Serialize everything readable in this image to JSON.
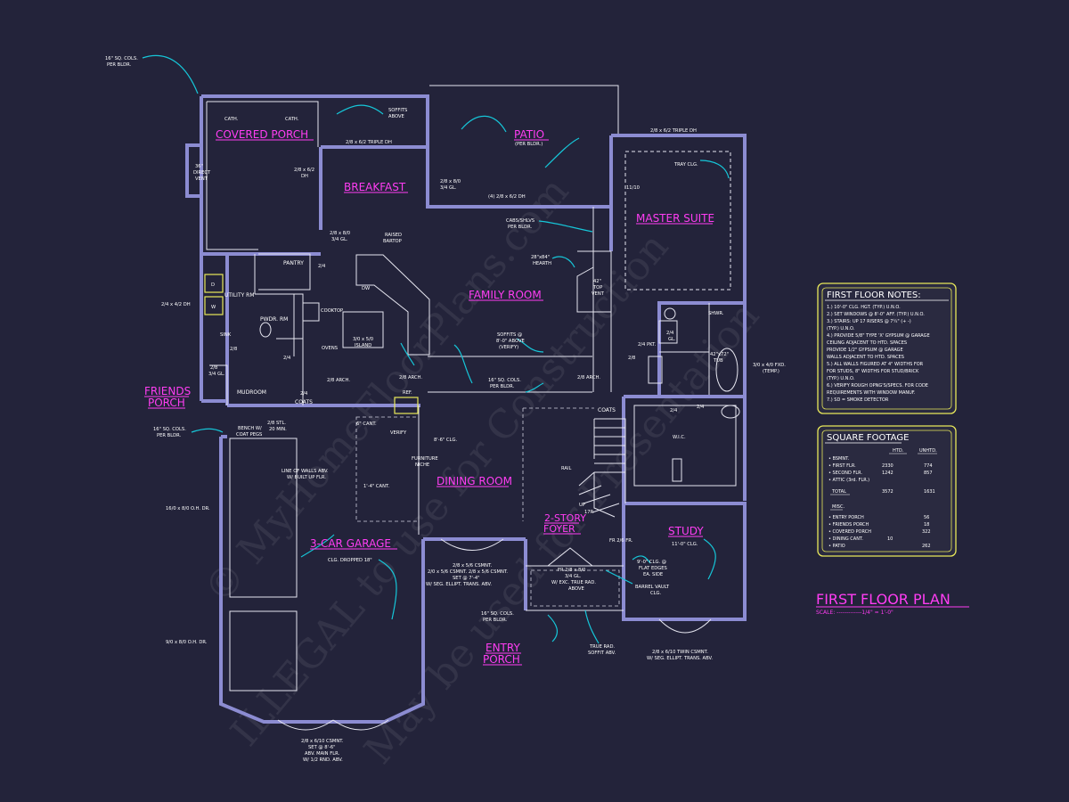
{
  "colors": {
    "background": "#23233a",
    "walls": "#8c8cd2",
    "room_labels": "#ff3df3",
    "leaders": "#16c6d8",
    "note_boxes": "#e8e85a"
  },
  "rooms": {
    "covered_porch": "COVERED PORCH",
    "patio": "PATIO",
    "breakfast": "BREAKFAST",
    "master_suite": "MASTER SUITE",
    "family_room": "FAMILY ROOM",
    "friends_porch_1": "FRIENDS",
    "friends_porch_2": "PORCH",
    "dining_room": "DINING ROOM",
    "garage": "3-CAR GARAGE",
    "foyer_1": "2-STORY",
    "foyer_2": "FOYER",
    "study": "STUDY",
    "entry_1": "ENTRY",
    "entry_2": "PORCH"
  },
  "labels": {
    "sq_cols_1": "16\" SQ. COLS.",
    "sq_cols_2": "PER BLDR.",
    "cath_1": "CATH.",
    "cath_2": "CATH.",
    "direct_vent_1": "36\"",
    "direct_vent_2": "DIRECT",
    "direct_vent_3": "VENT",
    "soffits_1": "SOFFITS",
    "soffits_2": "ABOVE",
    "triple_dh_1": "2/8 x 6/2 TRIPLE DH",
    "triple_dh_2": "2/8 x 6/2 TRIPLE DH",
    "per_bldr": "(PER BLDR.)",
    "dh_1": "2/8 x 6/2",
    "dh_2": "DH",
    "gl_1": "2/8 x 8/0",
    "gl_2": "3/4 GL.",
    "quad_dh": "(4) 2/8 x 6/2 DH",
    "tray_clg": "TRAY CLG.",
    "cabs_1": "CABS/SHLVS",
    "cabs_2": "PER BLDR.",
    "hearth_1": "28\"x84\"",
    "hearth_2": "HEARTH",
    "top_vent_1": "42\"",
    "top_vent_2": "TOP",
    "top_vent_3": "VENT",
    "raised_1": "RAISED",
    "raised_2": "BARTOP",
    "gl3_1": "2/8 x 8/0",
    "gl3_2": "3/4 GL.",
    "pantry": "PANTRY",
    "pantry_door": "2/4",
    "dw": "DW",
    "utility": "UTILITY RM",
    "pwdr": "PWDR. RM",
    "cooktop": "COOKTOP",
    "sink": "SINK",
    "dh_small": "2/4 x 4/2 DH",
    "island_1": "3/0 x 5/0",
    "island_2": "ISLAND",
    "ovens": "OVENS",
    "door_28": "2/8",
    "door_24": "2/4",
    "door_24b": "2/4",
    "gl_left_1": "2/8",
    "gl_left_2": "3/4 GL.",
    "arch_1": "2/8 ARCH.",
    "arch_2": "2/8 ARCH.",
    "arch_3": "2/8 ARCH.",
    "mudroom": "MUDROOM",
    "coats_1": "COATS",
    "coats_2": "COATS",
    "ref": "REF.",
    "soffits2_1": "SOFFITS @",
    "soffits2_2": "8'-0\" ABOVE",
    "soffits2_3": "(VERIFY)",
    "cols2_1": "16\" SQ. COLS.",
    "cols2_2": "PER BLDR.",
    "pkt": "2/4 PKT.",
    "door_28b": "2/8",
    "door_24c": "2/4",
    "door_24d": "2/4",
    "gl2": "2/4",
    "gl2b": "GL.",
    "shwr": "SHWR.",
    "tub_1": "42\"x72\"",
    "tub_2": "TUB",
    "fxd_1": "3/0 x 4/0 FXD.",
    "fxd_2": "(TEMP.)",
    "wic": "W.I.C.",
    "bench_1": "BENCH W/",
    "bench_2": "COAT PEGS",
    "stl_1": "2/8 STL.",
    "stl_2": "20 MIN.",
    "cols3_1": "16\" SQ. COLS.",
    "cols3_2": "PER BLDR.",
    "cant_1": "6\" CANT.",
    "verify": "VERIFY",
    "clg_86": "8'-6\" CLG.",
    "niche_1": "FURNITURE",
    "niche_2": "NICHE",
    "line_1": "LINE OF WALLS ABV.",
    "line_2": "W/ BUILT UP FLR.",
    "cant_2": "1'-4\" CANT.",
    "rail": "RAIL",
    "up": "UP",
    "n17": "17R",
    "ohdr_1": "16/0 x 8/0 O.H. DR.",
    "ohdr_2": "9/0 x 8/0 O.H. DR.",
    "clg_dropped": "CLG. DROPPED 18\"",
    "csmt_1": "2/8 x 5/6 CSMNT.",
    "csmt_2": "2/0 x 5/6 CSMNT.  2/8 x 5/6 CSMNT.",
    "csmt_3": "SET @ 7'-4\"",
    "csmt_4": "W/ SEG. ELLIPT. TRANS. ABV.",
    "fr_1": "FR 2/8 x 8/0",
    "fr_2": "3/4 GL.",
    "fr_3": "W/ EXC. TRUE RAD.",
    "fr_4": "ABOVE",
    "frfr": "FR 2/6 FR.",
    "clg_90_1": "9'-0\" CLG. @",
    "clg_90_2": "FLAT EDGES",
    "clg_90_3": "EA. SIDE",
    "barrel_1": "BARREL VAULT",
    "barrel_2": "CLG.",
    "clg_110": "11'-0\" CLG.",
    "cols4_1": "16\" SQ. COLS.",
    "cols4_2": "PER BLDR.",
    "truerad_1": "TRUE RAD.",
    "truerad_2": "SOFFIT ABV.",
    "twin_1": "2/8 x 6/10 TWIN CSMNT.",
    "twin_2": "W/ SEG. ELLIPT. TRANS. ABV.",
    "bot_1": "2/8 x 6/10 CSMNT.",
    "bot_2": "SET @ 8'-6\"",
    "bot_3": "ABV. MAIN FLR.",
    "bot_4": "W/ 1/2 RND. ABV.",
    "d1": "D",
    "w1": "W",
    "n1110": "11/10"
  },
  "notes": {
    "title": "FIRST FLOOR NOTES:",
    "items": [
      "1.) 10'-0\" CLG. HGT. (TYP.) U.N.O.",
      "2.) SET WINDOWS @ 8'-0\" AFF. (TYP.) U.N.O.",
      "3.) STAIRS: UP 17 RISERS @ 7¼\" (+ -)",
      "    (TYP.) U.N.O.",
      "4.) PROVIDE 5/8\" TYPE 'X' GYPSUM @ GARAGE",
      "    CEILING ADJACENT TO HTD. SPACES",
      "    PROVIDE 1/2\" GYPSUM @ GARAGE",
      "    WALLS ADJACENT TO HTD. SPACES",
      "5.) ALL WALLS FIGURED AT 4\" WIDTHS FOR",
      "    FOR STUDS, 8\" WIDTHS FOR STUD/BRICK",
      "    (TYP.) U.N.O.",
      "6.) VERIFY ROUGH OPNG'S/SPECS. FOR CODE",
      "    REQUIREMENTS WITH WINDOW MANUF.",
      "7.) SD = SMOKE DETECTOR"
    ]
  },
  "sqft": {
    "title": "SQUARE FOOTAGE",
    "col_htd": "HTD.",
    "col_unhtd": "UNHTD.",
    "rows": [
      {
        "label": "• BSMNT.",
        "htd": "",
        "unhtd": ""
      },
      {
        "label": "• FIRST FLR.",
        "htd": "2330",
        "unhtd": "774"
      },
      {
        "label": "• SECOND FLR.",
        "htd": "1242",
        "unhtd": "857"
      },
      {
        "label": "• ATTIC (3rd. FLR.)",
        "htd": "",
        "unhtd": ""
      }
    ],
    "total_label": "TOTAL",
    "total_htd": "3572",
    "total_unhtd": "1631",
    "misc_label": "MISC.",
    "misc": [
      {
        "label": "• ENTRY PORCH",
        "a": "",
        "b": "56"
      },
      {
        "label": "• FRIENDS PORCH",
        "a": "",
        "b": "18"
      },
      {
        "label": "• COVERED PORCH",
        "a": "",
        "b": "322"
      },
      {
        "label": "• DINING CANT.",
        "a": "10",
        "b": ""
      },
      {
        "label": "• PATIO",
        "a": "",
        "b": "262"
      }
    ]
  },
  "title": {
    "main": "FIRST FLOOR PLAN",
    "scale": "SCALE: -------------1/4\" = 1'-0\""
  },
  "watermarks": {
    "a": "© MyHomeFloorPlans.com",
    "b": "ILLEGAL to use for Construction",
    "c": "May be used for Presentation"
  }
}
